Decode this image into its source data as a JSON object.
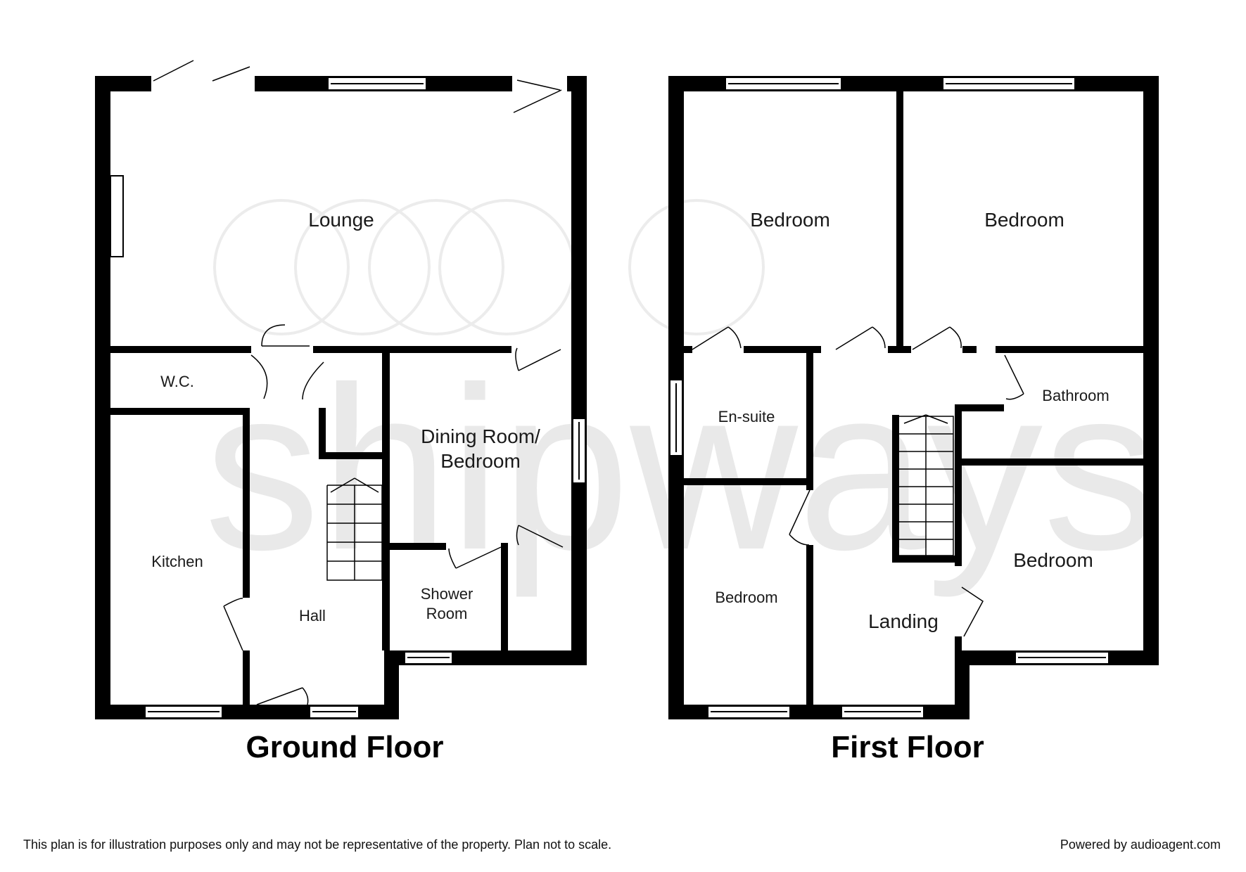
{
  "ground_floor": {
    "title": "Ground Floor",
    "rooms": {
      "lounge": "Lounge",
      "wc": "W.C.",
      "kitchen": "Kitchen",
      "hall": "Hall",
      "dining_line1": "Dining Room/",
      "dining_line2": "Bedroom",
      "shower_line1": "Shower",
      "shower_line2": "Room"
    }
  },
  "first_floor": {
    "title": "First Floor",
    "rooms": {
      "bedroom_front_left": "Bedroom",
      "bedroom_front_right": "Bedroom",
      "ensuite": "En-suite",
      "bathroom": "Bathroom",
      "bedroom_small": "Bedroom",
      "bedroom_rear_right": "Bedroom",
      "landing": "Landing"
    }
  },
  "footer": {
    "disclaimer": "This plan is for illustration purposes only and may not be representative of the property. Plan not to scale.",
    "powered_by": "Powered by audioagent.com"
  },
  "watermark": {
    "logo": "shipways"
  },
  "colors": {
    "wall": "#000000",
    "label": "#1a1a1a",
    "watermark": "#e9e9e9"
  }
}
